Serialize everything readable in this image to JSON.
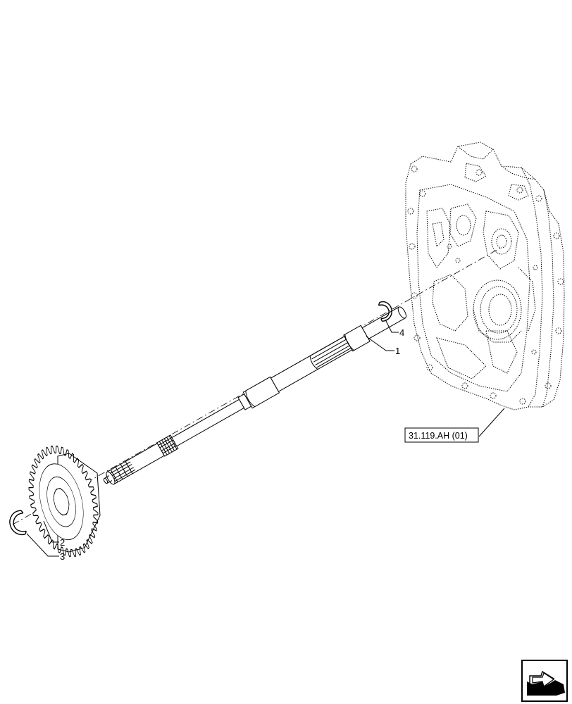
{
  "callouts": {
    "shaft": "1",
    "gear": "2",
    "snap_ring_front": "3",
    "snap_ring_rear": "4"
  },
  "reference": {
    "label": "31.119.AH (01)"
  },
  "nav_icon": "next-page-arrow-icon"
}
